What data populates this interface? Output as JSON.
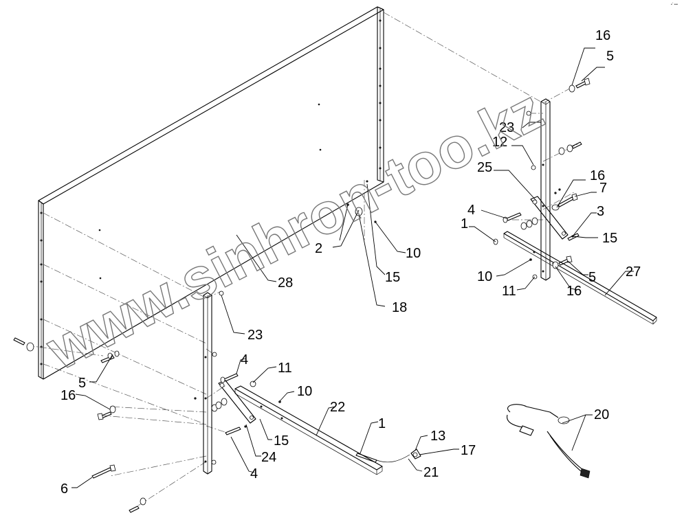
{
  "watermark": "www.sinhron-too.kz",
  "corner_mark": "•ˆ •••",
  "callouts": {
    "c16_top": "16",
    "c5_top": "5",
    "c23_right": "23",
    "c12": "12",
    "c25": "25",
    "c16_mid": "16",
    "c7": "7",
    "c4_mid": "4",
    "c1_mid": "1",
    "c3": "3",
    "c15_right": "15",
    "c2": "2",
    "c10_mid": "10",
    "c15_mid": "15",
    "c18": "18",
    "c28": "28",
    "c10_right": "10",
    "c5_right": "5",
    "c27": "27",
    "c11_right": "11",
    "c16_right": "16",
    "c23_left": "23",
    "c5_left": "5",
    "c16_left": "16",
    "c4_left": "4",
    "c11_left": "11",
    "c10_left": "10",
    "c22": "22",
    "c1_left": "1",
    "c13": "13",
    "c17": "17",
    "c15_left": "15",
    "c24": "24",
    "c4_bottom": "4",
    "c21": "21",
    "c6": "6",
    "c20": "20"
  }
}
